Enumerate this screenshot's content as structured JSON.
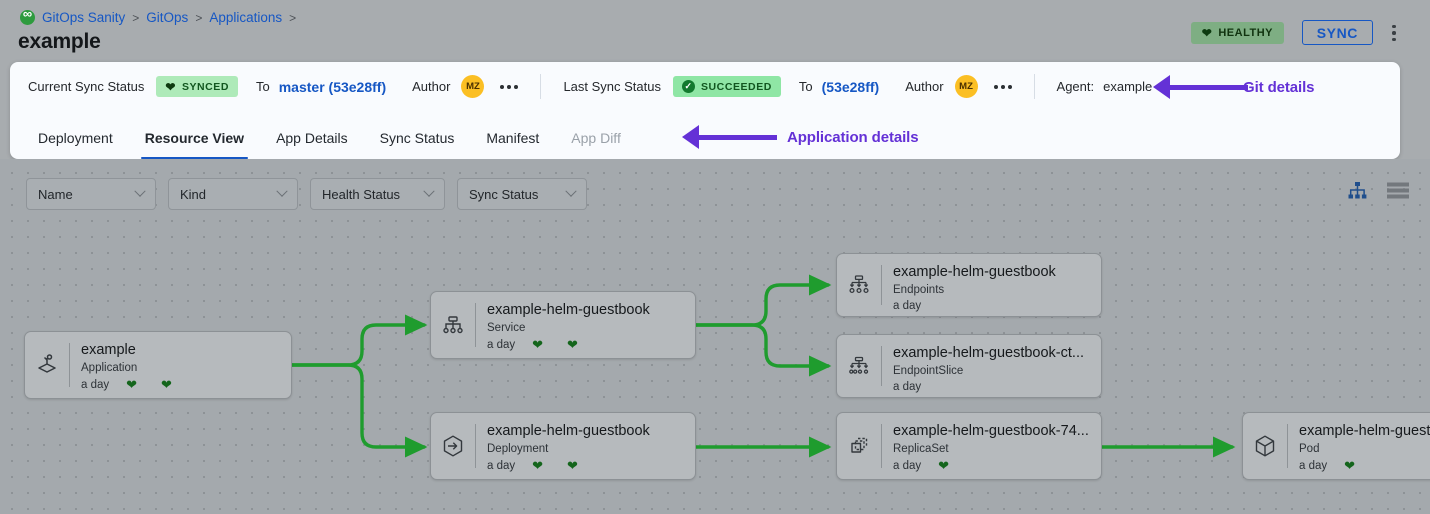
{
  "breadcrumb": {
    "logo_icon": "gitops-logo-icon",
    "items": [
      "GitOps Sanity",
      "GitOps",
      "Applications"
    ],
    "separator": ">"
  },
  "header": {
    "title": "example",
    "health_badge": {
      "label": "HEALTHY",
      "icon": "heart-icon",
      "color": "#7eae83"
    },
    "sync_button": "SYNC",
    "overflow_icon": "kebab-menu-icon"
  },
  "status_strip": {
    "current": {
      "label": "Current Sync Status",
      "badge": "SYNCED",
      "badge_icon": "heart-icon",
      "to_word": "To",
      "revision": "master (53e28ff)",
      "author_label": "Author",
      "author_initials": "MZ",
      "more_icon": "ellipsis-icon"
    },
    "last": {
      "label": "Last Sync Status",
      "badge": "SUCCEEDED",
      "badge_icon": "check-circle-icon",
      "to_word": "To",
      "revision": "(53e28ff)",
      "author_label": "Author",
      "author_initials": "MZ",
      "more_icon": "ellipsis-icon"
    },
    "agent": {
      "label": "Agent:",
      "value": "example"
    }
  },
  "annotations": {
    "git_details": "Git details",
    "application_details": "Application details",
    "arrow_color": "#6431d6"
  },
  "tabs": [
    {
      "label": "Deployment",
      "active": false,
      "muted": false
    },
    {
      "label": "Resource View",
      "active": true,
      "muted": false
    },
    {
      "label": "App Details",
      "active": false,
      "muted": false
    },
    {
      "label": "Sync Status",
      "active": false,
      "muted": false
    },
    {
      "label": "Manifest",
      "active": false,
      "muted": false
    },
    {
      "label": "App Diff",
      "active": false,
      "muted": true
    }
  ],
  "filters": [
    {
      "label": "Name",
      "icon": "chevron-down-icon"
    },
    {
      "label": "Kind",
      "icon": "chevron-down-icon"
    },
    {
      "label": "Health Status",
      "icon": "chevron-down-icon"
    },
    {
      "label": "Sync Status",
      "icon": "chevron-down-icon"
    }
  ],
  "view_toggle": {
    "tree_icon": "tree-view-icon",
    "list_icon": "list-view-icon",
    "active": "tree",
    "active_color": "#1f4e8c",
    "inactive_color": "#73787d"
  },
  "graph": {
    "edge_color": "#1f9c2e",
    "nodes": [
      {
        "id": "app",
        "icon": "application-icon",
        "title": "example",
        "kind": "Application",
        "age": "a day",
        "hearts": 2
      },
      {
        "id": "service",
        "icon": "service-icon",
        "title": "example-helm-guestbook",
        "kind": "Service",
        "age": "a day",
        "hearts": 2
      },
      {
        "id": "endpoints",
        "icon": "endpoints-icon",
        "title": "example-helm-guestbook",
        "kind": "Endpoints",
        "age": "a day",
        "hearts": 0
      },
      {
        "id": "endpointslice",
        "icon": "endpointslice-icon",
        "title": "example-helm-guestbook-ct...",
        "kind": "EndpointSlice",
        "age": "a day",
        "hearts": 0
      },
      {
        "id": "deployment",
        "icon": "deployment-icon",
        "title": "example-helm-guestbook",
        "kind": "Deployment",
        "age": "a day",
        "hearts": 2
      },
      {
        "id": "replicaset",
        "icon": "replicaset-icon",
        "title": "example-helm-guestbook-74...",
        "kind": "ReplicaSet",
        "age": "a day",
        "hearts": 1
      },
      {
        "id": "pod",
        "icon": "pod-icon",
        "title": "example-helm-guest",
        "kind": "Pod",
        "age": "a day",
        "hearts": 1
      }
    ]
  }
}
